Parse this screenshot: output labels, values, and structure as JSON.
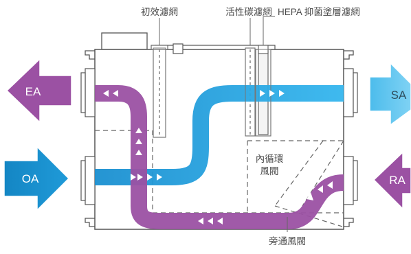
{
  "labels": {
    "pre_filter": "初效濾網",
    "carbon_filter": "活性碳濾網",
    "hepa_filter": "HEPA 抑菌塗層濾網",
    "recirc_damper_line1": "內循環",
    "recirc_damper_line2": "風閥",
    "bypass_damper": "旁通風閥"
  },
  "ports": {
    "ea": "EA",
    "oa": "OA",
    "sa": "SA",
    "ra": "RA"
  },
  "colors": {
    "purple": "#9b51a3",
    "blue": "#1fa0dc",
    "light_blue": "#5fc6ef",
    "outline": "#555555"
  }
}
